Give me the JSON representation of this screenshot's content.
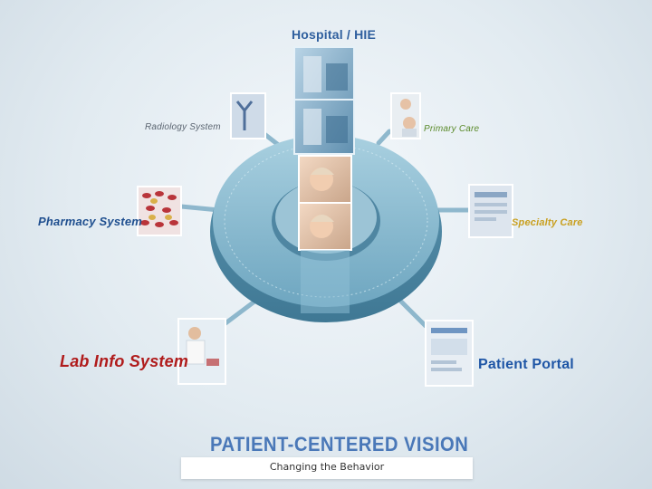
{
  "diagram": {
    "hub": {
      "name": "Hospital / HIE"
    },
    "nodes": {
      "hospital": "Hospital / HIE",
      "radiology": "Radiology System",
      "primary_care": "Primary Care",
      "pharmacy": "Pharmacy System",
      "specialty_care": "Specialty Care",
      "lab": "Lab Info System",
      "patient_portal": "Patient Portal"
    },
    "title": "PATIENT-CENTERED VISION",
    "colors": {
      "ring": "#7fb2cc",
      "hospital": "#2f5f9e",
      "primary_care": "#5a8a2a",
      "pharmacy": "#1f4f8f",
      "specialty_care": "#c9a020",
      "lab": "#b01c1c",
      "patient_portal": "#1f56a6",
      "title": "#4a78b8"
    }
  },
  "footer": {
    "caption": "Changing the Behavior"
  }
}
